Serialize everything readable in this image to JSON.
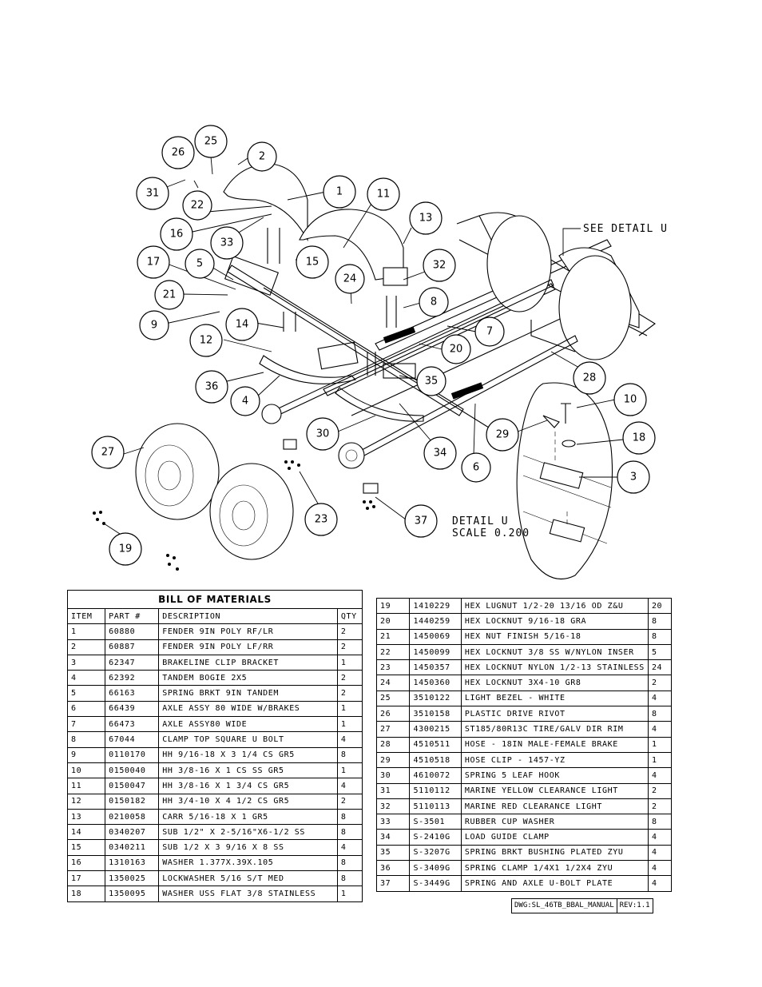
{
  "detail": {
    "see_detail": "SEE DETAIL  U",
    "detail_label": "DETAIL  U",
    "detail_scale": "SCALE  0.200"
  },
  "bom": {
    "title": "BILL OF MATERIALS",
    "headers": [
      "ITEM",
      "PART #",
      "DESCRIPTION",
      "QTY"
    ],
    "rows_left": [
      [
        "1",
        "60880",
        "FENDER  9IN POLY RF/LR",
        "2"
      ],
      [
        "2",
        "60887",
        "FENDER  9IN POLY LF/RR",
        "2"
      ],
      [
        "3",
        "62347",
        "BRAKELINE CLIP BRACKET",
        "1"
      ],
      [
        "4",
        "62392",
        "TANDEM BOGIE   2X5",
        "2"
      ],
      [
        "5",
        "66163",
        "SPRING BRKT   9IN TANDEM",
        "2"
      ],
      [
        "6",
        "66439",
        "AXLE ASSY 80 WIDE W/BRAKES",
        "1"
      ],
      [
        "7",
        "66473",
        "AXLE ASSY80 WIDE",
        "1"
      ],
      [
        "8",
        "67044",
        "CLAMP TOP SQUARE U BOLT",
        "4"
      ],
      [
        "9",
        "0110170",
        "HH 9/16-18 X 3 1/4 CS GR5",
        "8"
      ],
      [
        "10",
        "0150040",
        "HH 3/8-16 X 1 CS SS GR5",
        "1"
      ],
      [
        "11",
        "0150047",
        "HH 3/8-16 X 1 3/4 CS GR5",
        "4"
      ],
      [
        "12",
        "0150182",
        "HH 3/4-10 X 4 1/2 CS GR5",
        "2"
      ],
      [
        "13",
        "0210058",
        "CARR 5/16-18 X 1 GR5",
        "8"
      ],
      [
        "14",
        "0340207",
        "SUB 1/2\" X 2-5/16\"X6-1/2 SS",
        "8"
      ],
      [
        "15",
        "0340211",
        "SUB 1/2 X 3 9/16 X 8 SS",
        "4"
      ],
      [
        "16",
        "1310163",
        "WASHER 1.377X.39X.105",
        "8"
      ],
      [
        "17",
        "1350025",
        "LOCKWASHER 5/16 S/T MED",
        "8"
      ],
      [
        "18",
        "1350095",
        "WASHER USS FLAT 3/8 STAINLESS",
        "1"
      ]
    ],
    "rows_right": [
      [
        "19",
        "1410229",
        "HEX LUGNUT 1/2-20 13/16 OD Z&U",
        "20"
      ],
      [
        "20",
        "1440259",
        "HEX LOCKNUT 9/16-18 GRA",
        "8"
      ],
      [
        "21",
        "1450069",
        "HEX NUT FINISH 5/16-18",
        "8"
      ],
      [
        "22",
        "1450099",
        "HEX LOCKNUT 3/8 SS W/NYLON INSER",
        "5"
      ],
      [
        "23",
        "1450357",
        "HEX LOCKNUT NYLON 1/2-13 STAINLESS",
        "24"
      ],
      [
        "24",
        "1450360",
        "HEX LOCKNUT 3X4-10 GR8",
        "2"
      ],
      [
        "25",
        "3510122",
        "LIGHT BEZEL - WHITE",
        "4"
      ],
      [
        "26",
        "3510158",
        "PLASTIC DRIVE RIVOT",
        "8"
      ],
      [
        "27",
        "4300215",
        "ST185/80R13C TIRE/GALV DIR RIM",
        "4"
      ],
      [
        "28",
        "4510511",
        "HOSE - 18IN MALE-FEMALE BRAKE",
        "1"
      ],
      [
        "29",
        "4510518",
        "HOSE CLIP - 1457-YZ",
        "1"
      ],
      [
        "30",
        "4610072",
        "SPRING  5 LEAF HOOK",
        "4"
      ],
      [
        "31",
        "5110112",
        "MARINE YELLOW CLEARANCE LIGHT",
        "2"
      ],
      [
        "32",
        "5110113",
        "MARINE RED CLEARANCE LIGHT",
        "2"
      ],
      [
        "33",
        "S-3501",
        "RUBBER CUP WASHER",
        "8"
      ],
      [
        "34",
        "S-2410G",
        "LOAD GUIDE CLAMP",
        "4"
      ],
      [
        "35",
        "S-3207G",
        "SPRING BRKT BUSHING PLATED ZYU",
        "4"
      ],
      [
        "36",
        "S-3409G",
        "SPRING CLAMP   1/4X1 1/2X4  ZYU",
        "4"
      ],
      [
        "37",
        "S-3449G",
        "SPRING AND AXLE U-BOLT PLATE",
        "4"
      ]
    ]
  },
  "title_block": {
    "dwg": "DWG:SL_46TB_BBAL_MANUAL",
    "rev": "REV:1.1"
  },
  "callouts": [
    "1",
    "2",
    "3",
    "4",
    "5",
    "6",
    "7",
    "8",
    "9",
    "10",
    "11",
    "12",
    "13",
    "14",
    "15",
    "16",
    "17",
    "18",
    "19",
    "20",
    "21",
    "22",
    "23",
    "24",
    "25",
    "26",
    "27",
    "28",
    "29",
    "30",
    "31",
    "32",
    "33",
    "34",
    "35",
    "36",
    "37"
  ]
}
